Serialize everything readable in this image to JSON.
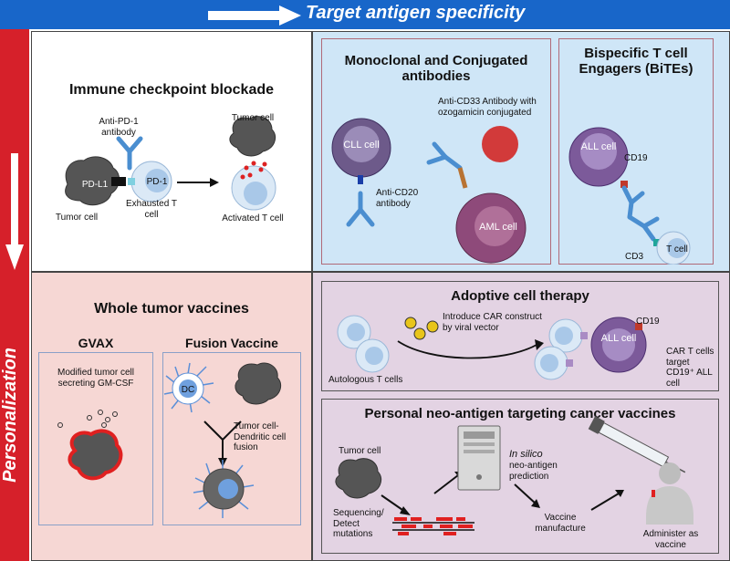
{
  "header": {
    "text": "Target antigen specificity"
  },
  "sidebar": {
    "text": "Personalization"
  },
  "checkpoint": {
    "title": "Immune checkpoint blockade",
    "anti_pd1": "Anti-PD-1 antibody",
    "pdl1": "PD-L1",
    "pd1": "PD-1",
    "tumor_cell_left": "Tumor cell",
    "exhausted": "Exhausted T cell",
    "tumor_cell_right": "Tumor cell",
    "activated": "Activated T cell"
  },
  "monoclonal": {
    "title": "Monoclonal and Conjugated antibodies",
    "cll_cell": "CLL cell",
    "anti_cd20": "Anti-CD20 antibody",
    "anti_cd33": "Anti-CD33 Antibody with ozogamicin conjugated",
    "aml_cell": "AML cell"
  },
  "bites": {
    "title": "Bispecific T cell Engagers (BiTEs)",
    "all_cell": "ALL cell",
    "cd19": "CD19",
    "t_cell": "T cell",
    "cd3": "CD3"
  },
  "vaccines": {
    "title": "Whole tumor vaccines",
    "gvax_title": "GVAX",
    "gvax_text": "Modified tumor cell secreting GM-CSF",
    "fusion_title": "Fusion Vaccine",
    "dc": "DC",
    "fusion_text": "Tumor cell-Dendritic cell fusion"
  },
  "adoptive": {
    "title": "Adoptive cell therapy",
    "introduce": "Introduce CAR construct by viral vector",
    "autologous": "Autologous T cells",
    "cd19": "CD19",
    "all_cell": "ALL cell",
    "car_text": "CAR T cells target CD19⁺ ALL cell"
  },
  "neoantigen": {
    "title": "Personal neo-antigen targeting cancer vaccines",
    "tumor_cell": "Tumor cell",
    "sequencing": "Sequencing/ Detect mutations",
    "in_silico": "In silico",
    "prediction": "neo-antigen prediction",
    "manufacture": "Vaccine manufacture",
    "administer": "Administer as vaccine"
  },
  "colors": {
    "header_blue": "#1866c9",
    "side_red": "#d6202a",
    "blue_panel": "#cfe6f7",
    "pink_panel": "#f6d7d4",
    "purple_panel": "#e3d3e3"
  }
}
